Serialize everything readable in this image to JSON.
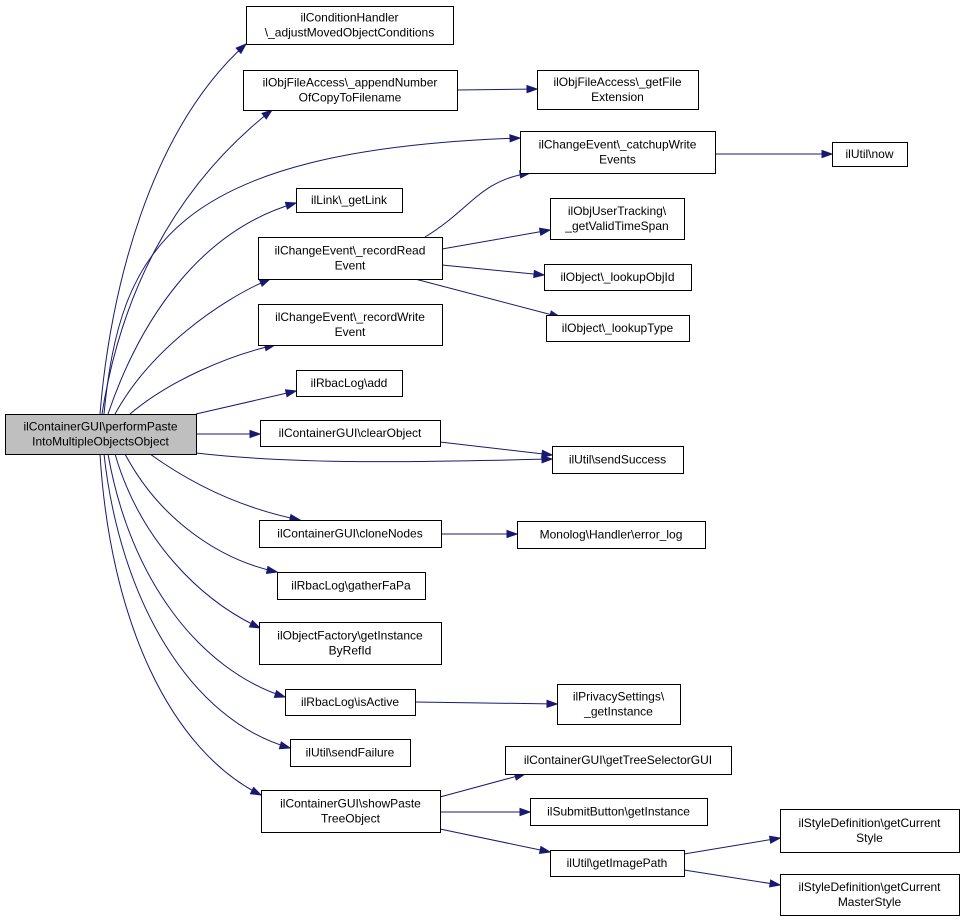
{
  "colors": {
    "edge": "#191970",
    "root_fill": "#bfbfbf",
    "node_fill": "#ffffff",
    "border": "#000000"
  },
  "nodes": {
    "root": {
      "lines": [
        "ilContainerGUI\\performPaste",
        "IntoMultipleObjectsObject"
      ]
    },
    "adjustMoved": {
      "lines": [
        "ilConditionHandler",
        "\\_adjustMovedObjectConditions"
      ]
    },
    "appendNumber": {
      "lines": [
        "ilObjFileAccess\\_appendNumber",
        "OfCopyToFilename"
      ]
    },
    "getFileExt": {
      "lines": [
        "ilObjFileAccess\\_getFile",
        "Extension"
      ]
    },
    "catchupWrite": {
      "lines": [
        "ilChangeEvent\\_catchupWrite",
        "Events"
      ]
    },
    "utilNow": {
      "lines": [
        "ilUtil\\now"
      ]
    },
    "getLink": {
      "lines": [
        "ilLink\\_getLink"
      ]
    },
    "recordRead": {
      "lines": [
        "ilChangeEvent\\_recordRead",
        "Event"
      ]
    },
    "validTimeSpan": {
      "lines": [
        "ilObjUserTracking\\",
        "_getValidTimeSpan"
      ]
    },
    "lookupObjId": {
      "lines": [
        "ilObject\\_lookupObjId"
      ]
    },
    "lookupType": {
      "lines": [
        "ilObject\\_lookupType"
      ]
    },
    "recordWrite": {
      "lines": [
        "ilChangeEvent\\_recordWrite",
        "Event"
      ]
    },
    "rbacAdd": {
      "lines": [
        "ilRbacLog\\add"
      ]
    },
    "clearObject": {
      "lines": [
        "ilContainerGUI\\clearObject"
      ]
    },
    "sendSuccess": {
      "lines": [
        "ilUtil\\sendSuccess"
      ]
    },
    "cloneNodes": {
      "lines": [
        "ilContainerGUI\\cloneNodes"
      ]
    },
    "errorLog": {
      "lines": [
        "Monolog\\Handler\\error_log"
      ]
    },
    "gatherFaPa": {
      "lines": [
        "ilRbacLog\\gatherFaPa"
      ]
    },
    "getInstanceRef": {
      "lines": [
        "ilObjectFactory\\getInstance",
        "ByRefId"
      ]
    },
    "isActive": {
      "lines": [
        "ilRbacLog\\isActive"
      ]
    },
    "privacyInst": {
      "lines": [
        "ilPrivacySettings\\",
        "_getInstance"
      ]
    },
    "sendFailure": {
      "lines": [
        "ilUtil\\sendFailure"
      ]
    },
    "showPaste": {
      "lines": [
        "ilContainerGUI\\showPaste",
        "TreeObject"
      ]
    },
    "treeSelector": {
      "lines": [
        "ilContainerGUI\\getTreeSelectorGUI"
      ]
    },
    "submitInst": {
      "lines": [
        "ilSubmitButton\\getInstance"
      ]
    },
    "imagePath": {
      "lines": [
        "ilUtil\\getImagePath"
      ]
    },
    "currentStyle": {
      "lines": [
        "ilStyleDefinition\\getCurrent",
        "Style"
      ]
    },
    "masterStyle": {
      "lines": [
        "ilStyleDefinition\\getCurrent",
        "MasterStyle"
      ]
    }
  }
}
